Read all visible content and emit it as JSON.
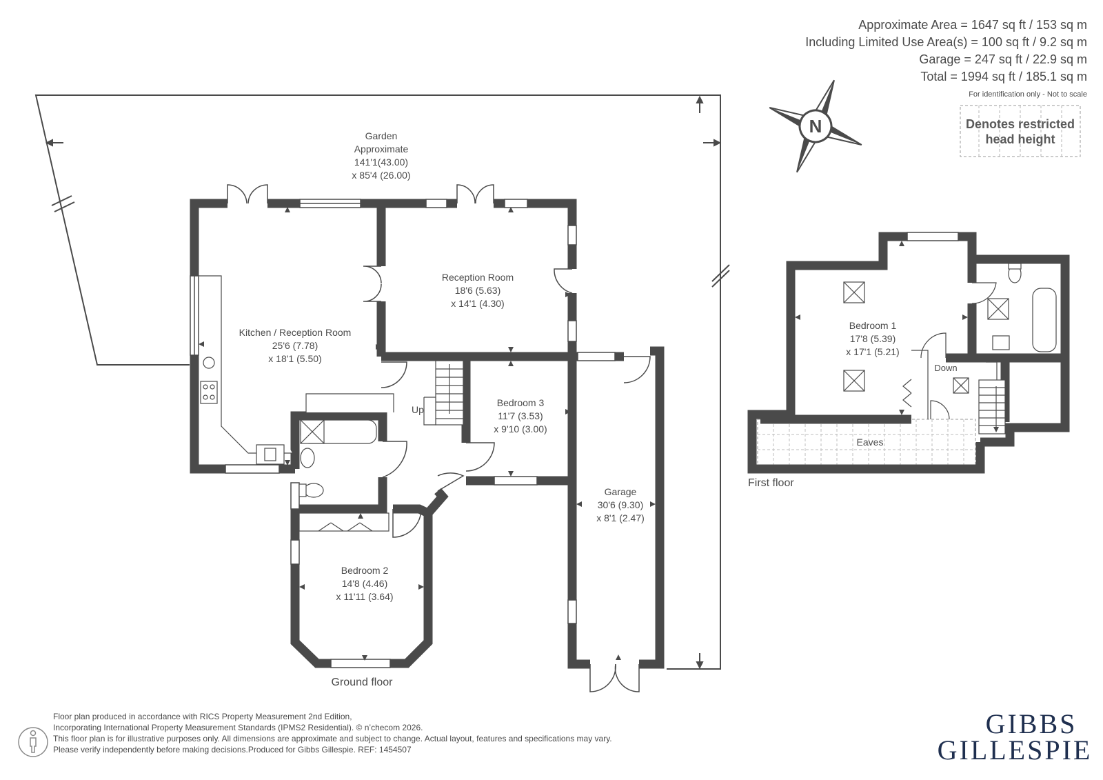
{
  "summary": {
    "approx_area": "Approximate Area = 1647 sq ft / 153 sq m",
    "limited_use": "Including Limited Use Area(s) = 100 sq ft / 9.2 sq m",
    "garage": "Garage = 247 sq ft / 22.9 sq m",
    "total": "Total = 1994 sq ft / 185.1 sq m",
    "note": "For identification only - Not to scale"
  },
  "compass": {
    "letter": "N",
    "icon": "compass-icon"
  },
  "legend": {
    "line1": "Denotes restricted",
    "line2": "head height"
  },
  "garden": {
    "line1": "Garden",
    "line2": "Approximate",
    "line3": "141'1(43.00)",
    "line4": "x 85'4 (26.00)"
  },
  "rooms": {
    "kitchen": {
      "name": "Kitchen / Reception Room",
      "dim1": "25'6 (7.78)",
      "dim2": "x 18'1 (5.50)"
    },
    "reception": {
      "name": "Reception Room",
      "dim1": "18'6 (5.63)",
      "dim2": "x 14'1 (4.30)"
    },
    "bedroom3": {
      "name": "Bedroom 3",
      "dim1": "11'7 (3.53)",
      "dim2": "x 9'10 (3.00)"
    },
    "bedroom2": {
      "name": "Bedroom 2",
      "dim1": "14'8 (4.46)",
      "dim2": "x 11'11 (3.64)"
    },
    "garage": {
      "name": "Garage",
      "dim1": "30'6 (9.30)",
      "dim2": "x 8'1 (2.47)"
    },
    "bedroom1": {
      "name": "Bedroom 1",
      "dim1": "17'8 (5.39)",
      "dim2": "x 17'1 (5.21)"
    },
    "eaves": {
      "name": "Eaves"
    }
  },
  "labels": {
    "up": "Up",
    "down": "Down"
  },
  "floors": {
    "ground": "Ground floor",
    "first": "First floor"
  },
  "footer": {
    "line1": "Floor plan produced in accordance with RICS Property Measurement 2nd Edition,",
    "line2": "Incorporating International Property Measurement Standards (IPMS2 Residential).   © n’checom 2026.",
    "line3": "This floor plan is for illustrative purposes only. All dimensions are approximate and subject to change. Actual layout, features and specifications may vary.",
    "line4": "Please verify independently before making decisions.Produced for Gibbs Gillespie.   REF: 1454507"
  },
  "brand": {
    "line1": "GIBBS",
    "line2": "GILLESPIE"
  },
  "colors": {
    "wall": "#4a4a4a",
    "text": "#4a4a4a",
    "brand": "#1f2f4f"
  }
}
